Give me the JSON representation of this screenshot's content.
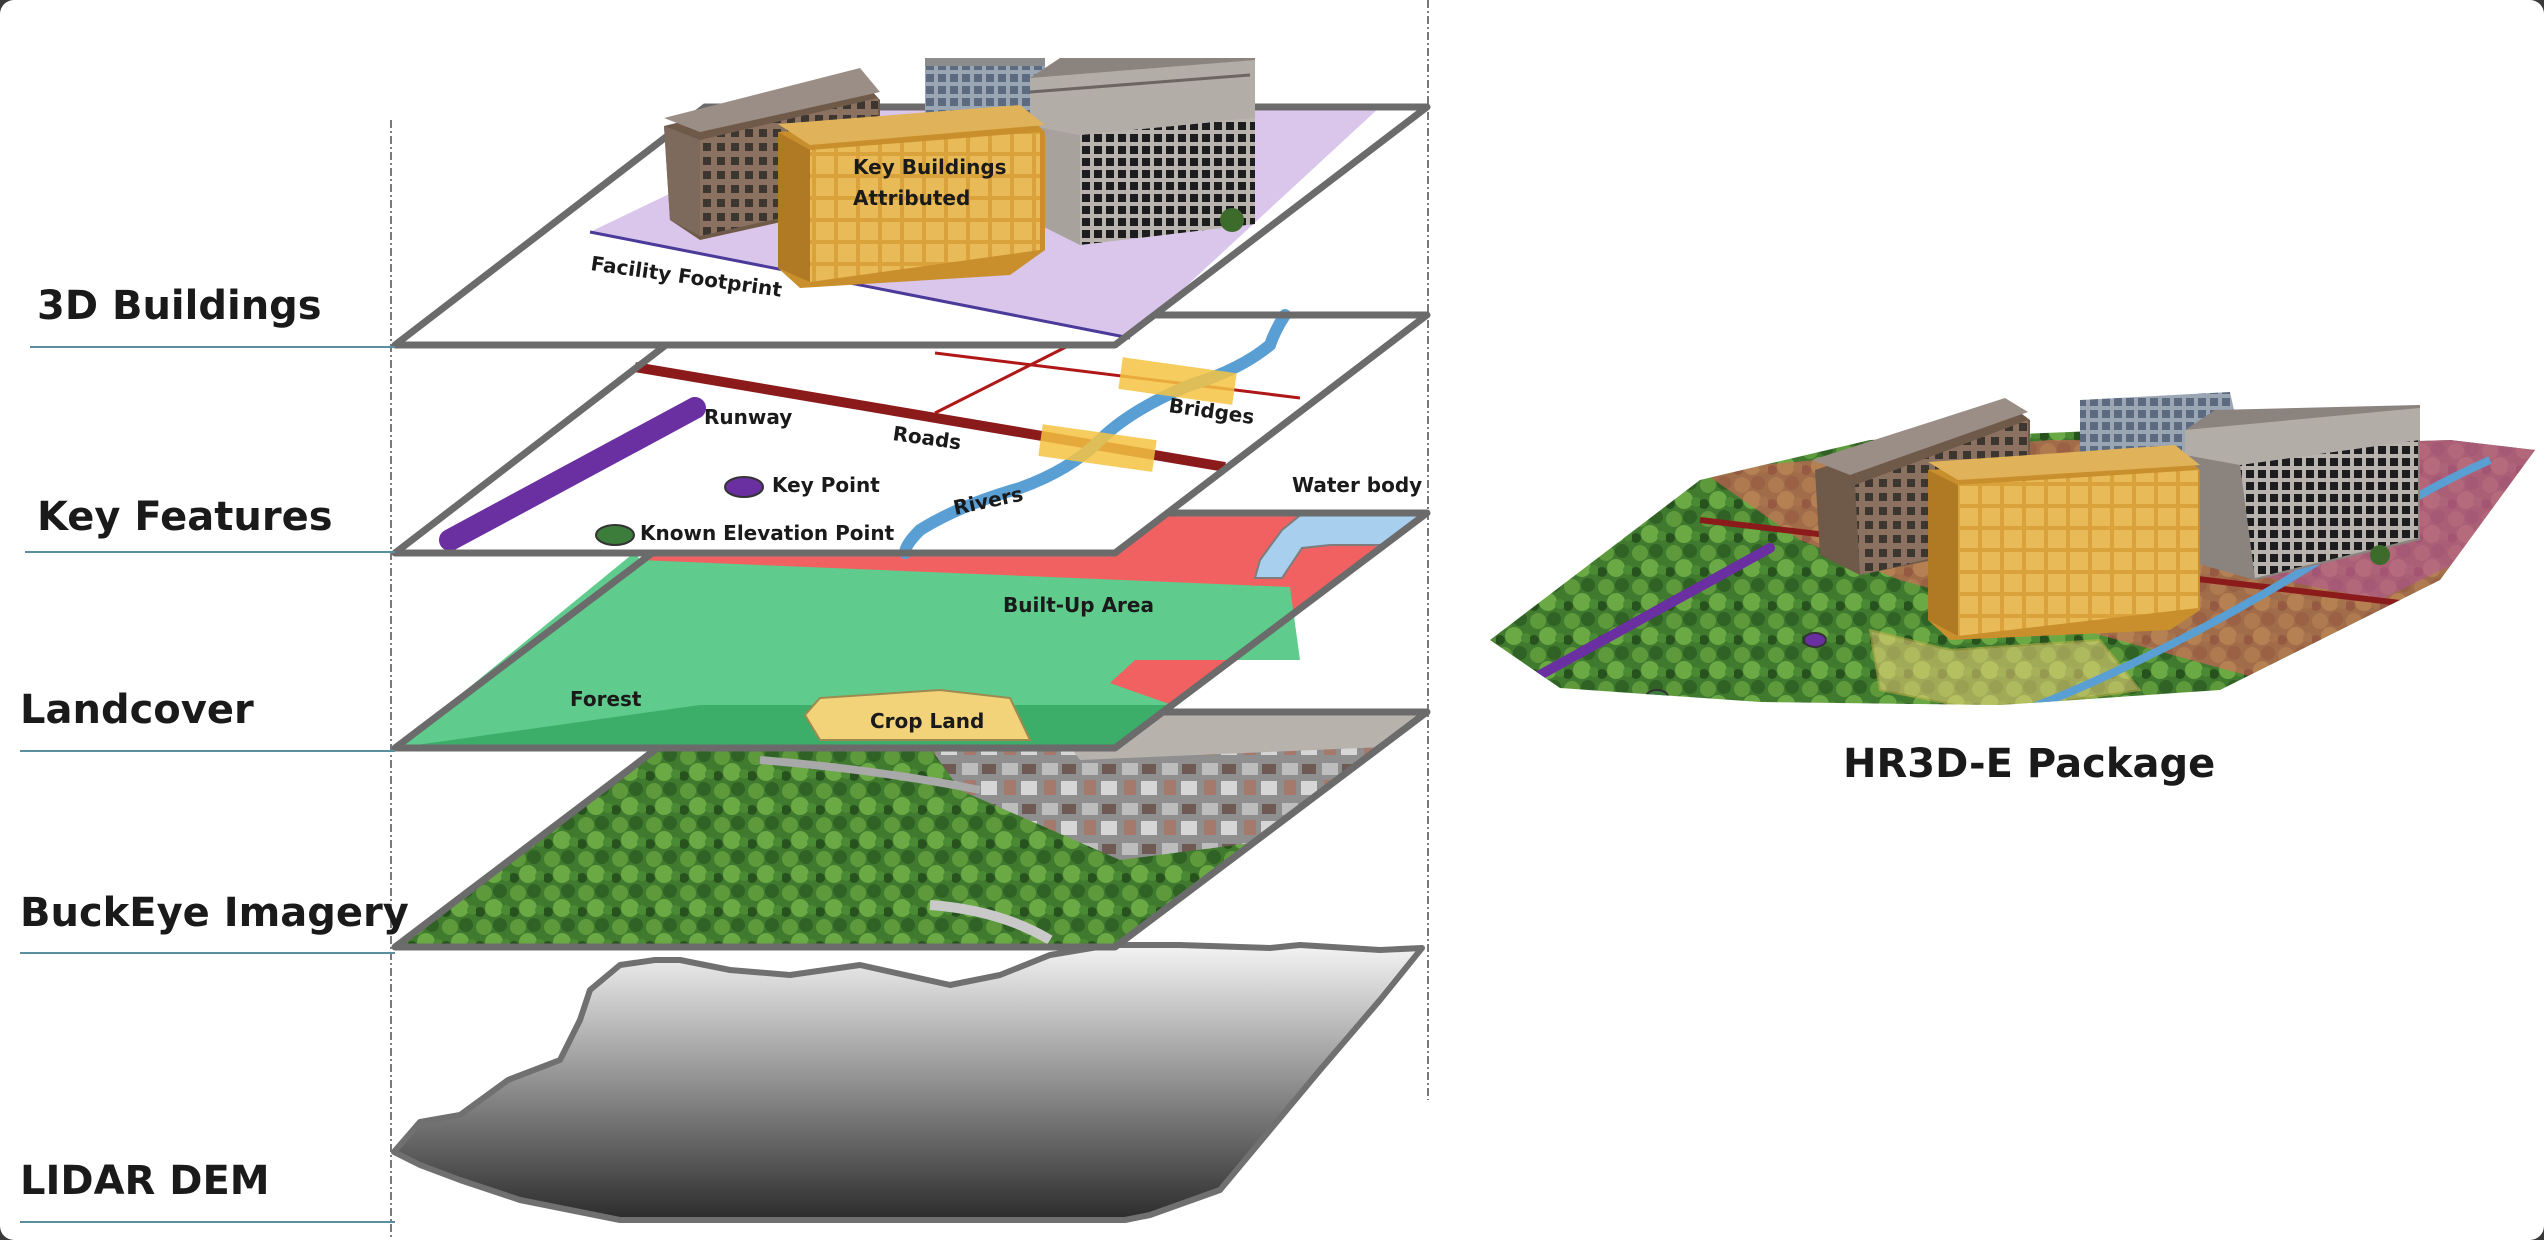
{
  "layers": [
    {
      "label": "3D Buildings"
    },
    {
      "label": "Key Features"
    },
    {
      "label": "Landcover"
    },
    {
      "label": "BuckEye Imagery"
    },
    {
      "label": "LIDAR DEM"
    }
  ],
  "annotations": {
    "key_buildings_line1": "Key Buildings",
    "key_buildings_line2": "Attributed",
    "facility_footprint": "Facility  Footprint",
    "runway": "Runway",
    "roads": "Roads",
    "bridges": "Bridges",
    "key_point": "Key Point",
    "rivers": "Rivers",
    "known_elevation_point": "Known Elevation Point",
    "water_body": "Water body",
    "built_up_area": "Built-Up  Area",
    "forest": "Forest",
    "crop_land": "Crop Land"
  },
  "package_title": "HR3D-E Package",
  "colors": {
    "footprint": "#d9c6ea",
    "runway": "#6a2fa0",
    "road": "#8b1a1a",
    "river": "#5a9fd4",
    "bridge": "#f5c342",
    "forest": "#5fcb8c",
    "built_up": "#f26161",
    "water": "#a9cfee",
    "crop": "#f2d37a",
    "layer_border": "#6b6b6b"
  }
}
